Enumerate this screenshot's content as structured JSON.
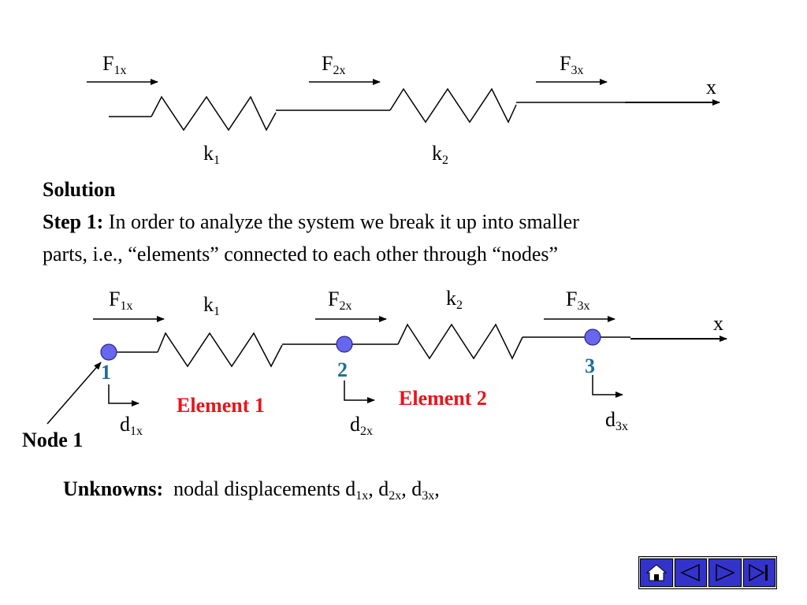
{
  "top": {
    "forces": [
      {
        "base": "F",
        "sub": "1x"
      },
      {
        "base": "F",
        "sub": "2x"
      },
      {
        "base": "F",
        "sub": "3x"
      }
    ],
    "springs": [
      {
        "base": "k",
        "sub": "1"
      },
      {
        "base": "k",
        "sub": "2"
      }
    ],
    "axis": "x"
  },
  "text": {
    "solution": "Solution",
    "step_label": "Step 1:",
    "step_line1": " In order to analyze the system we break it up into smaller",
    "step_line2": "parts, i.e., “elements” connected to each other through “nodes”"
  },
  "bottom": {
    "forces": [
      {
        "base": "F",
        "sub": "1x"
      },
      {
        "base": "F",
        "sub": "2x"
      },
      {
        "base": "F",
        "sub": "3x"
      }
    ],
    "springs": [
      {
        "base": "k",
        "sub": "1"
      },
      {
        "base": "k",
        "sub": "2"
      }
    ],
    "axis": "x",
    "nodes": [
      "1",
      "2",
      "3"
    ],
    "displacements": [
      {
        "base": "d",
        "sub": "1x"
      },
      {
        "base": "d",
        "sub": "2x"
      },
      {
        "base": "d",
        "sub": "3x"
      }
    ],
    "elements": [
      "Element 1",
      "Element 2"
    ],
    "node_callout": "Node 1",
    "colors": {
      "node_fill": "#6666ee",
      "node_label": "#1c6e96",
      "element_label": "#e8141b"
    }
  },
  "unknowns": {
    "label": "Unknowns:",
    "text": "  nodal displacements d",
    "d1": "1x",
    "sep1": ", d",
    "d2": "2x",
    "sep2": ", d",
    "d3": "3x",
    "tail": ","
  },
  "nav": {
    "buttons": [
      "home-icon",
      "previous-icon",
      "next-icon",
      "last-icon"
    ],
    "button_color": "#3333cc"
  }
}
